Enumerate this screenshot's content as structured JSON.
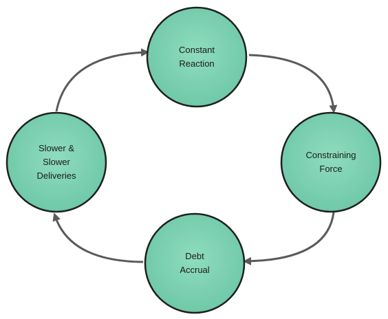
{
  "diagram": {
    "type": "cycle",
    "colors": {
      "node_fill": "#7fd0b2",
      "node_stroke": "#1f1f1f",
      "arrow": "#5a5a5a",
      "text": "#1a1a1a",
      "background": "#ffffff"
    },
    "nodes": [
      {
        "id": "constant-reaction",
        "lines": [
          "Constant",
          "Reaction"
        ]
      },
      {
        "id": "constraining-force",
        "lines": [
          "Constraining",
          "Force"
        ]
      },
      {
        "id": "debt-accrual",
        "lines": [
          "Debt",
          "Accrual"
        ]
      },
      {
        "id": "slower-deliveries",
        "lines": [
          "Slower &",
          "Slower",
          "Deliveries"
        ]
      }
    ],
    "edges": [
      {
        "from": "constant-reaction",
        "to": "constraining-force"
      },
      {
        "from": "constraining-force",
        "to": "debt-accrual"
      },
      {
        "from": "debt-accrual",
        "to": "slower-deliveries"
      },
      {
        "from": "slower-deliveries",
        "to": "constant-reaction"
      }
    ]
  }
}
